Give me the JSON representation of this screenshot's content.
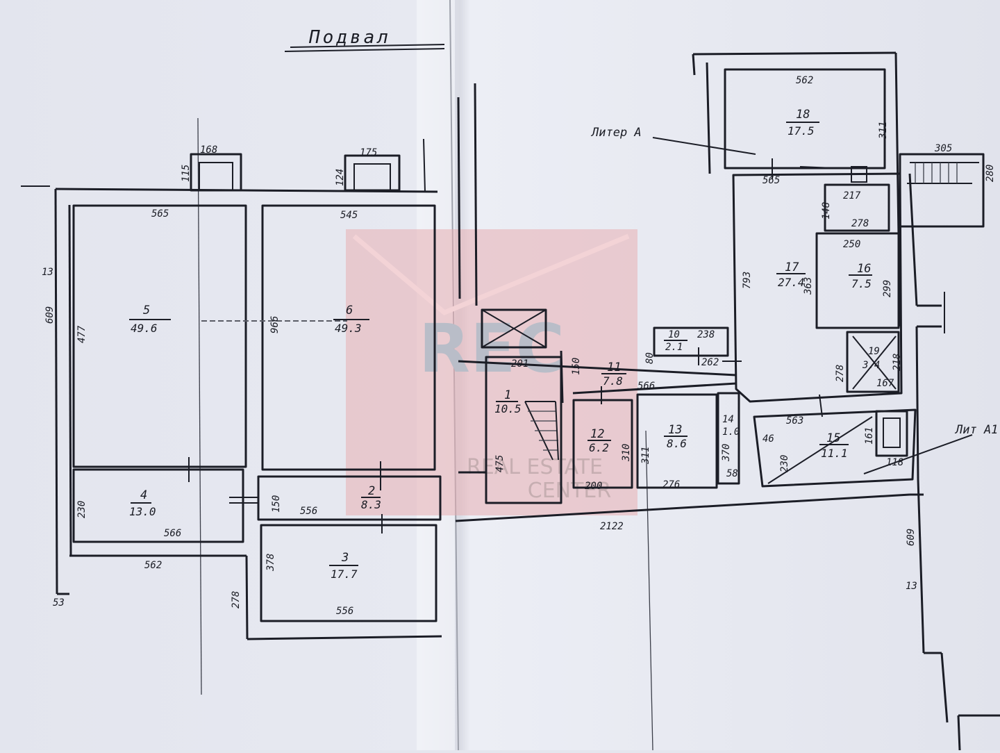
{
  "plan": {
    "title": "Подвал",
    "label_a": "Литер А",
    "label_a1": "Лит А1"
  },
  "watermark": {
    "logo_text": "REC",
    "line1": "REAL ESTATE",
    "line2": "CENTER",
    "color": "#e8aeb2"
  },
  "rooms": {
    "r1": {
      "no": "1",
      "area": "10.5"
    },
    "r2": {
      "no": "2",
      "area": "8.3"
    },
    "r3": {
      "no": "3",
      "area": "17.7"
    },
    "r4": {
      "no": "4",
      "area": "13.0"
    },
    "r5": {
      "no": "5",
      "area": "49.6"
    },
    "r6": {
      "no": "6",
      "area": "49.3"
    },
    "r10": {
      "no": "10",
      "area": "2.1"
    },
    "r11": {
      "no": "11",
      "area": "7.8"
    },
    "r12": {
      "no": "12",
      "area": "6.2"
    },
    "r13": {
      "no": "13",
      "area": "8.6"
    },
    "r14": {
      "no": "14",
      "area": "1.0"
    },
    "r15": {
      "no": "15",
      "area": "11.1"
    },
    "r16": {
      "no": "16",
      "area": "7.5"
    },
    "r17": {
      "no": "17",
      "area": "27.4"
    },
    "r18": {
      "no": "18",
      "area": "17.5"
    },
    "r19": {
      "no": "19",
      "area": "3.4"
    }
  },
  "dims": {
    "d168": "168",
    "d115": "115",
    "d175": "175",
    "d124": "124",
    "d565a": "565",
    "d545": "545",
    "d13a": "13",
    "d609a": "609",
    "d477": "477",
    "d966": "966",
    "d230a": "230",
    "d566a": "566",
    "d562b": "562",
    "d53": "53",
    "d150a": "150",
    "d556a": "556",
    "d378": "378",
    "d278a": "278",
    "d556b": "556",
    "d201": "201",
    "d475": "475",
    "d150b": "150",
    "d566b": "566",
    "d200": "200",
    "d310": "310",
    "d311a": "311",
    "d276": "276",
    "d370": "370",
    "d58": "58",
    "d238": "238",
    "d80": "80",
    "d262": "262",
    "d2122": "2122",
    "d562a": "562",
    "d311b": "311",
    "d565b": "565",
    "d305": "305",
    "d280": "280",
    "d217": "217",
    "d148": "148",
    "d278b": "278",
    "d250": "250",
    "d299": "299",
    "d793": "793",
    "d363": "363",
    "d278c": "278",
    "d218": "218",
    "d167": "167",
    "d563": "563",
    "d46": "46",
    "d230b": "230",
    "d161": "161",
    "d118": "118",
    "d609b": "609",
    "d13b": "13"
  }
}
